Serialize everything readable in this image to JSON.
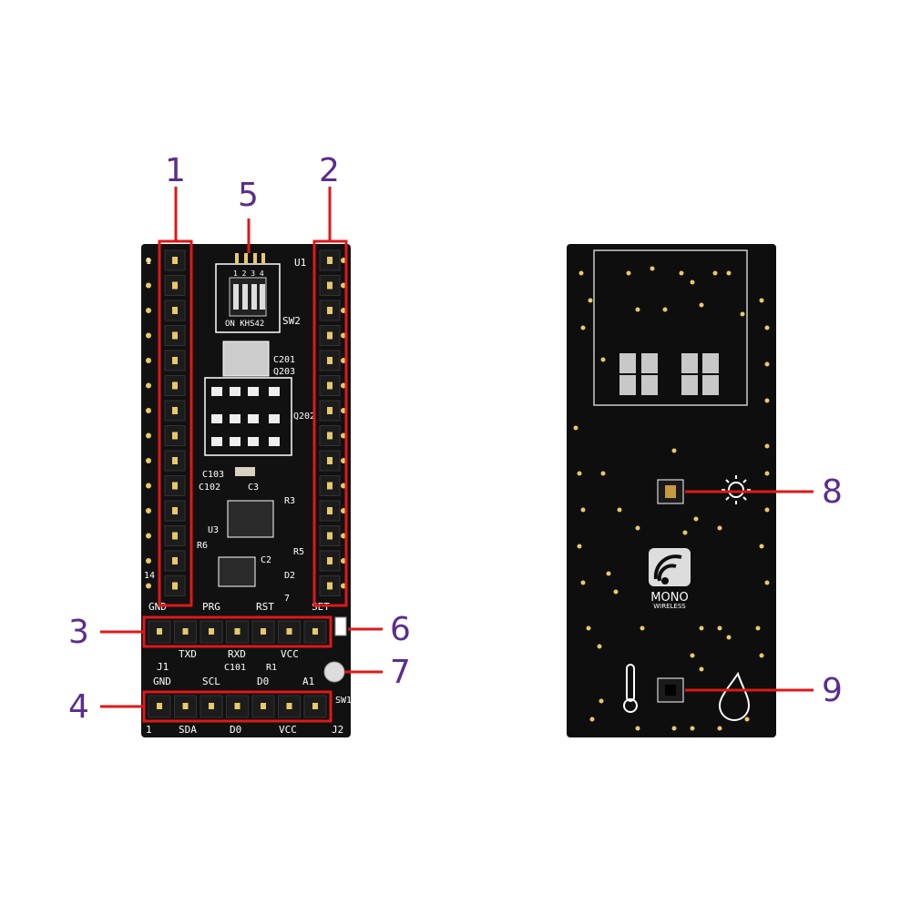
{
  "callouts": [
    "1",
    "2",
    "3",
    "4",
    "5",
    "6",
    "7",
    "8",
    "9"
  ],
  "colors": {
    "callout_text": "#5b2d8e",
    "highlight": "#e01818",
    "pcb": "#111111",
    "silk": "#ffffff",
    "pin": "#e8c96a"
  },
  "front_board": {
    "silkscreen": {
      "u1": "U1",
      "sw2": "SW2",
      "switch_marks": "1 2 3 4",
      "switch_text": "ON KHS42",
      "c201": "C201",
      "q203": "Q203",
      "q202": "Q202",
      "c103": "C103",
      "c102": "C102",
      "c3": "C3",
      "r3": "R3",
      "u3": "U3",
      "r6": "R6",
      "r5": "R5",
      "c2": "C2",
      "d2": "D2",
      "row1_left_num": "1",
      "row1_right_num": "7",
      "row14": "14",
      "gnd_top": "GND",
      "prg": "PRG",
      "rst": "RST",
      "set": "SET",
      "j1": "J1",
      "txd": "TXD",
      "rxd": "RXD",
      "vcc_mid": "VCC",
      "c101": "C101",
      "r1": "R1",
      "gnd_bottom": "GND",
      "scl": "SCL",
      "d0_top": "D0",
      "a1": "A1",
      "sw1": "SW1",
      "one_bottom": "1",
      "sda": "SDA",
      "d0_bottom": "D0",
      "vcc_bottom": "VCC",
      "j2": "J2"
    }
  },
  "back_board": {
    "logo_line1": "MONO",
    "logo_line2": "WIRELESS",
    "icons": [
      "light-sensor-icon",
      "thermometer-icon",
      "humidity-drop-icon"
    ]
  }
}
